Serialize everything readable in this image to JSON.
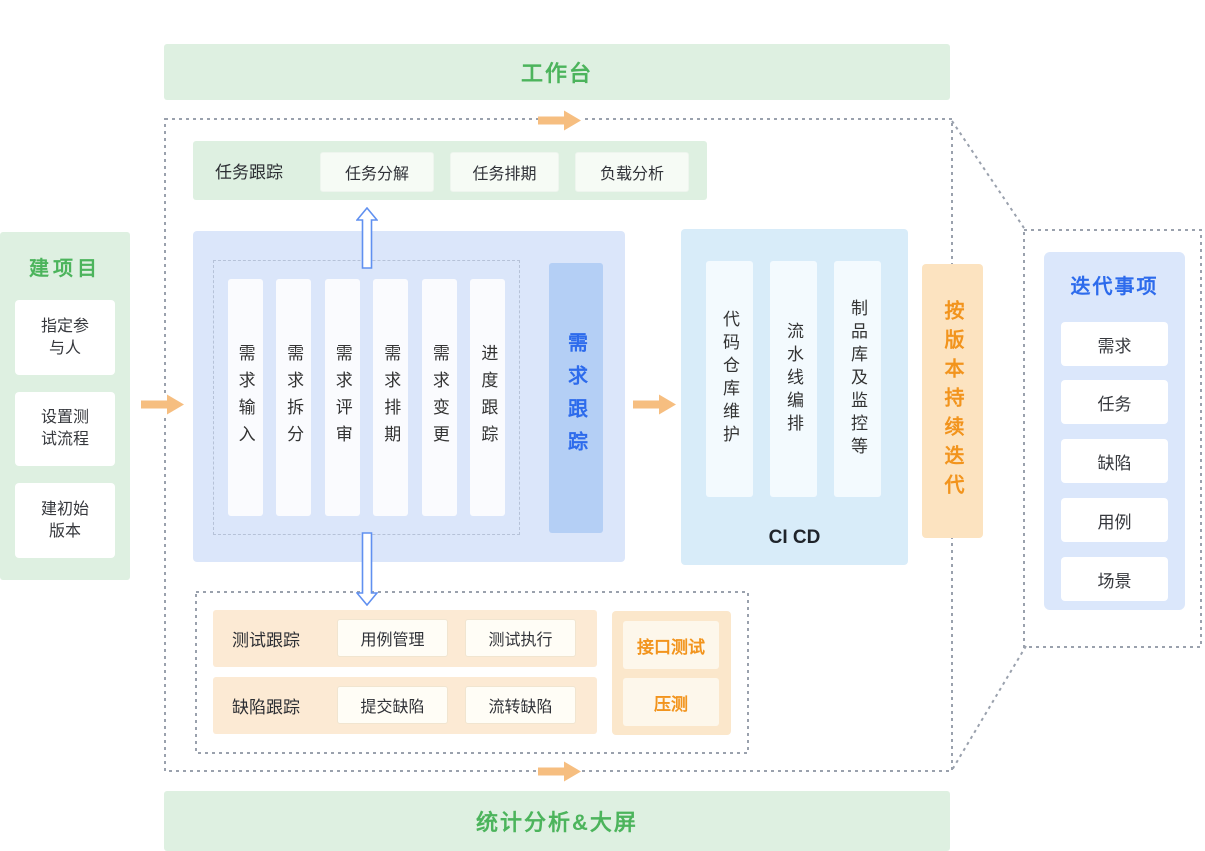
{
  "top_bar": {
    "label": "工作台"
  },
  "bottom_bar": {
    "label": "统计分析&大屏"
  },
  "left_panel": {
    "title": "建项目",
    "items": [
      "指定参\n与人",
      "设置测\n试流程",
      "建初始\n版本"
    ]
  },
  "task_panel": {
    "label": "任务跟踪",
    "items": [
      "任务分解",
      "任务排期",
      "负载分析"
    ]
  },
  "requirement_panel": {
    "items": [
      "需求输入",
      "需求拆分",
      "需求评审",
      "需求排期",
      "需求变更",
      "进度跟踪"
    ],
    "highlight": "需求跟踪"
  },
  "cicd_panel": {
    "items": [
      "代码仓库维护",
      "流水线编排",
      "制品库及监控等"
    ],
    "label": "CI CD"
  },
  "version_bar": {
    "label": "按版本持续迭代"
  },
  "iteration_panel": {
    "title": "迭代事项",
    "items": [
      "需求",
      "任务",
      "缺陷",
      "用例",
      "场景"
    ]
  },
  "test_section": {
    "rows": [
      {
        "label": "测试跟踪",
        "items": [
          "用例管理",
          "测试执行"
        ]
      },
      {
        "label": "缺陷跟踪",
        "items": [
          "提交缺陷",
          "流转缺陷"
        ]
      }
    ],
    "extra": [
      "接口测试",
      "压测"
    ]
  },
  "colors": {
    "green_bg": "#def0e1",
    "green_text": "#4cb45c",
    "blue_panel_bg": "#dbe6fa",
    "blue_highlight_bg": "#b4cff5",
    "blue_text": "#2d6bec",
    "cicd_bg": "#d8ecf9",
    "orange_bg": "#fce3c0",
    "orange_text": "#f2941d",
    "peach_band_bg": "#fcead4",
    "arrow_orange": "#f6be80",
    "arrow_blue_stroke": "#6090f0",
    "dashed_border": "#9aa1ad"
  }
}
